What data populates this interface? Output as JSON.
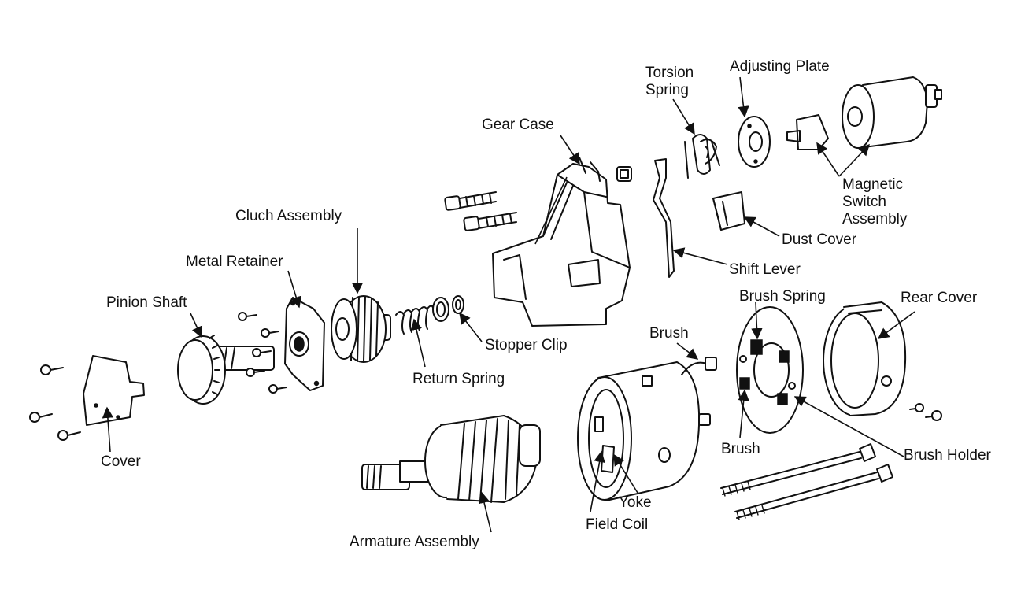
{
  "labels": {
    "torsion_spring": [
      "Torsion",
      "Spring"
    ],
    "adjusting_plate": "Adjusting Plate",
    "gear_case": "Gear Case",
    "magnetic_switch": [
      "Magnetic",
      "Switch",
      "Assembly"
    ],
    "cluch_assembly": "Cluch Assembly",
    "dust_cover": "Dust Cover",
    "metal_retainer": "Metal Retainer",
    "shift_lever": "Shift Lever",
    "brush_spring": "Brush Spring",
    "rear_cover": "Rear Cover",
    "pinion_shaft": "Pinion Shaft",
    "stopper_clip": "Stopper Clip",
    "brush_top": "Brush",
    "return_spring": "Return Spring",
    "brush_bottom": "Brush",
    "brush_holder": "Brush Holder",
    "cover": "Cover",
    "yoke": "Yoke",
    "field_coil": "Field Coil",
    "armature_assembly": "Armature Assembly"
  }
}
